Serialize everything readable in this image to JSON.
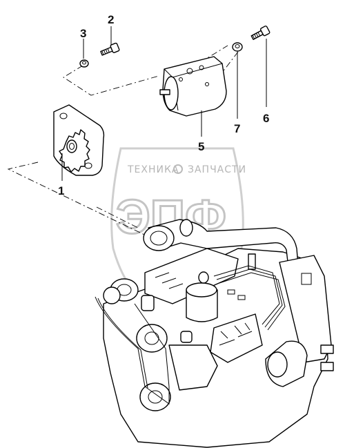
{
  "labels": {
    "p1": "1",
    "p2": "2",
    "p3": "3",
    "p5": "5",
    "p6": "6",
    "p7": "7"
  },
  "watermark": {
    "left_word": "ТЕХНИКА",
    "right_word": "ЗАПЧАСТИ",
    "big_text": "ЭПФ"
  }
}
